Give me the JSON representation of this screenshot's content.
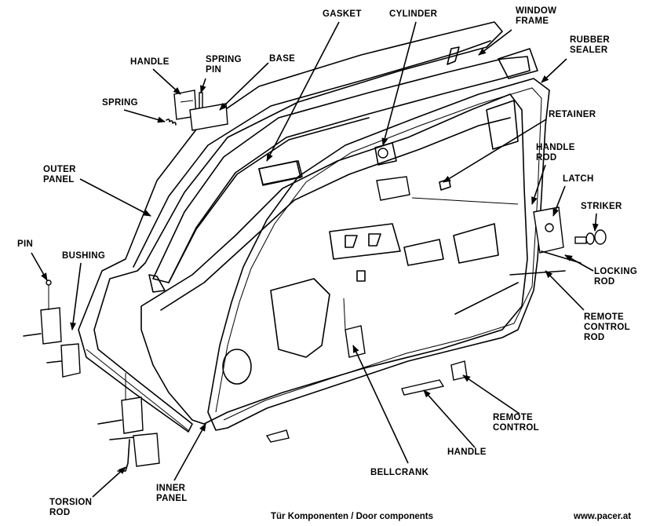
{
  "labels": {
    "gasket": "GASKET",
    "cylinder": "CYLINDER",
    "window_frame": "WINDOW\nFRAME",
    "rubber_sealer": "RUBBER\nSEALER",
    "handle_top": "HANDLE",
    "spring_pin": "SPRING\nPIN",
    "base": "BASE",
    "spring": "SPRING",
    "retainer": "RETAINER",
    "handle_rod": "HANDLE\nROD",
    "latch": "LATCH",
    "striker": "STRIKER",
    "outer_panel": "OUTER\nPANEL",
    "pin": "PIN",
    "bushing": "BUSHING",
    "locking_rod": "LOCKING\nROD",
    "remote_control_rod": "REMOTE\nCONTROL\nROD",
    "remote_control": "REMOTE\nCONTROL",
    "handle_bottom": "HANDLE",
    "bellcrank": "BELLCRANK",
    "inner_panel": "INNER\nPANEL",
    "torsion_rod": "TORSION\nROD"
  },
  "caption": {
    "title": "Tür Komponenten / Door components",
    "source": "www.pacer.at"
  }
}
